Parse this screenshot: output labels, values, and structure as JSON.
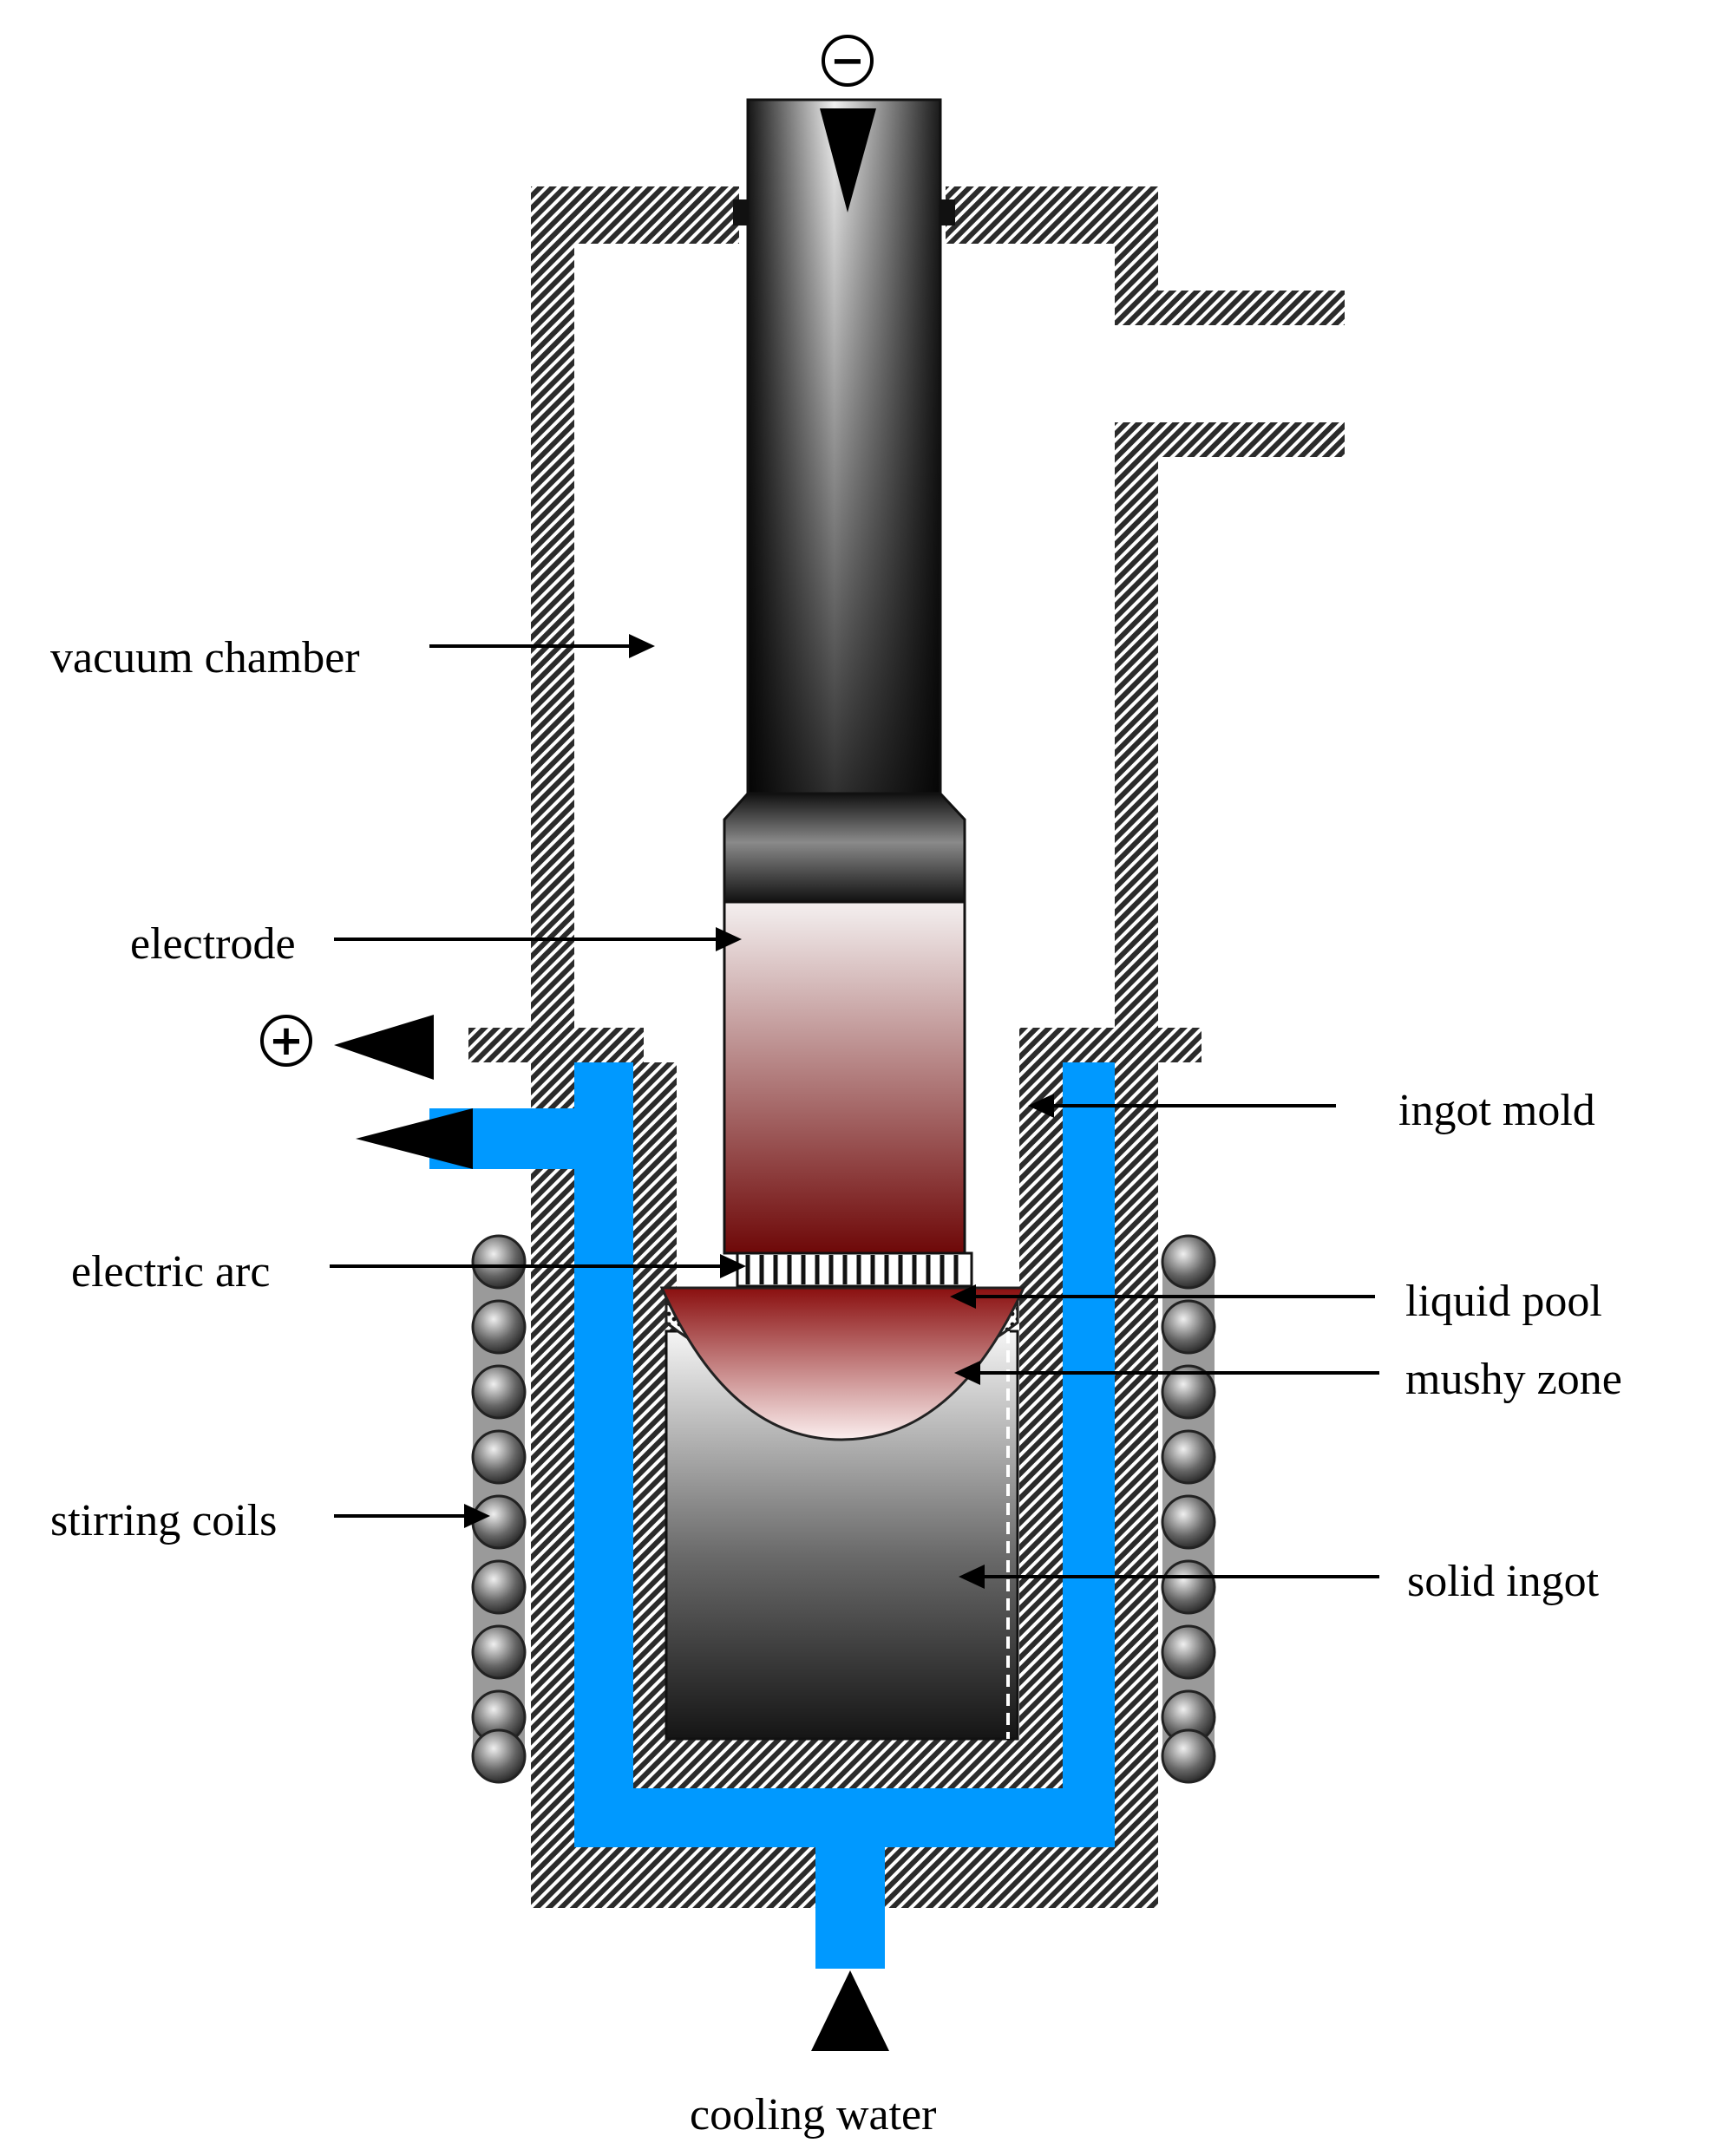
{
  "labels": {
    "vacuum_chamber": "vacuum chamber",
    "electrode": "electrode",
    "electric_arc": "electric arc",
    "stirring_coils": "stirring coils",
    "ingot_mold": "ingot mold",
    "liquid_pool": "liquid pool",
    "mushy_zone": "mushy zone",
    "solid_ingot": "solid ingot",
    "cooling_water": "cooling water"
  },
  "terminals": {
    "negative": "−",
    "positive": "+"
  },
  "colors": {
    "cooling_water": "#0099ff",
    "wall_hatch": "#2b2b2b",
    "electrode_dark": "#1a1a1a",
    "electrode_hot": "#7a0c0c",
    "liquid_pool": "#9e1818",
    "mushy_zone": "#d8d8d8",
    "solid_ingot": "#303030",
    "coil": "#555555"
  },
  "icons": {
    "direction_arrow": "arrow-icon",
    "coil": "coil-icon",
    "terminal": "terminal-icon"
  }
}
